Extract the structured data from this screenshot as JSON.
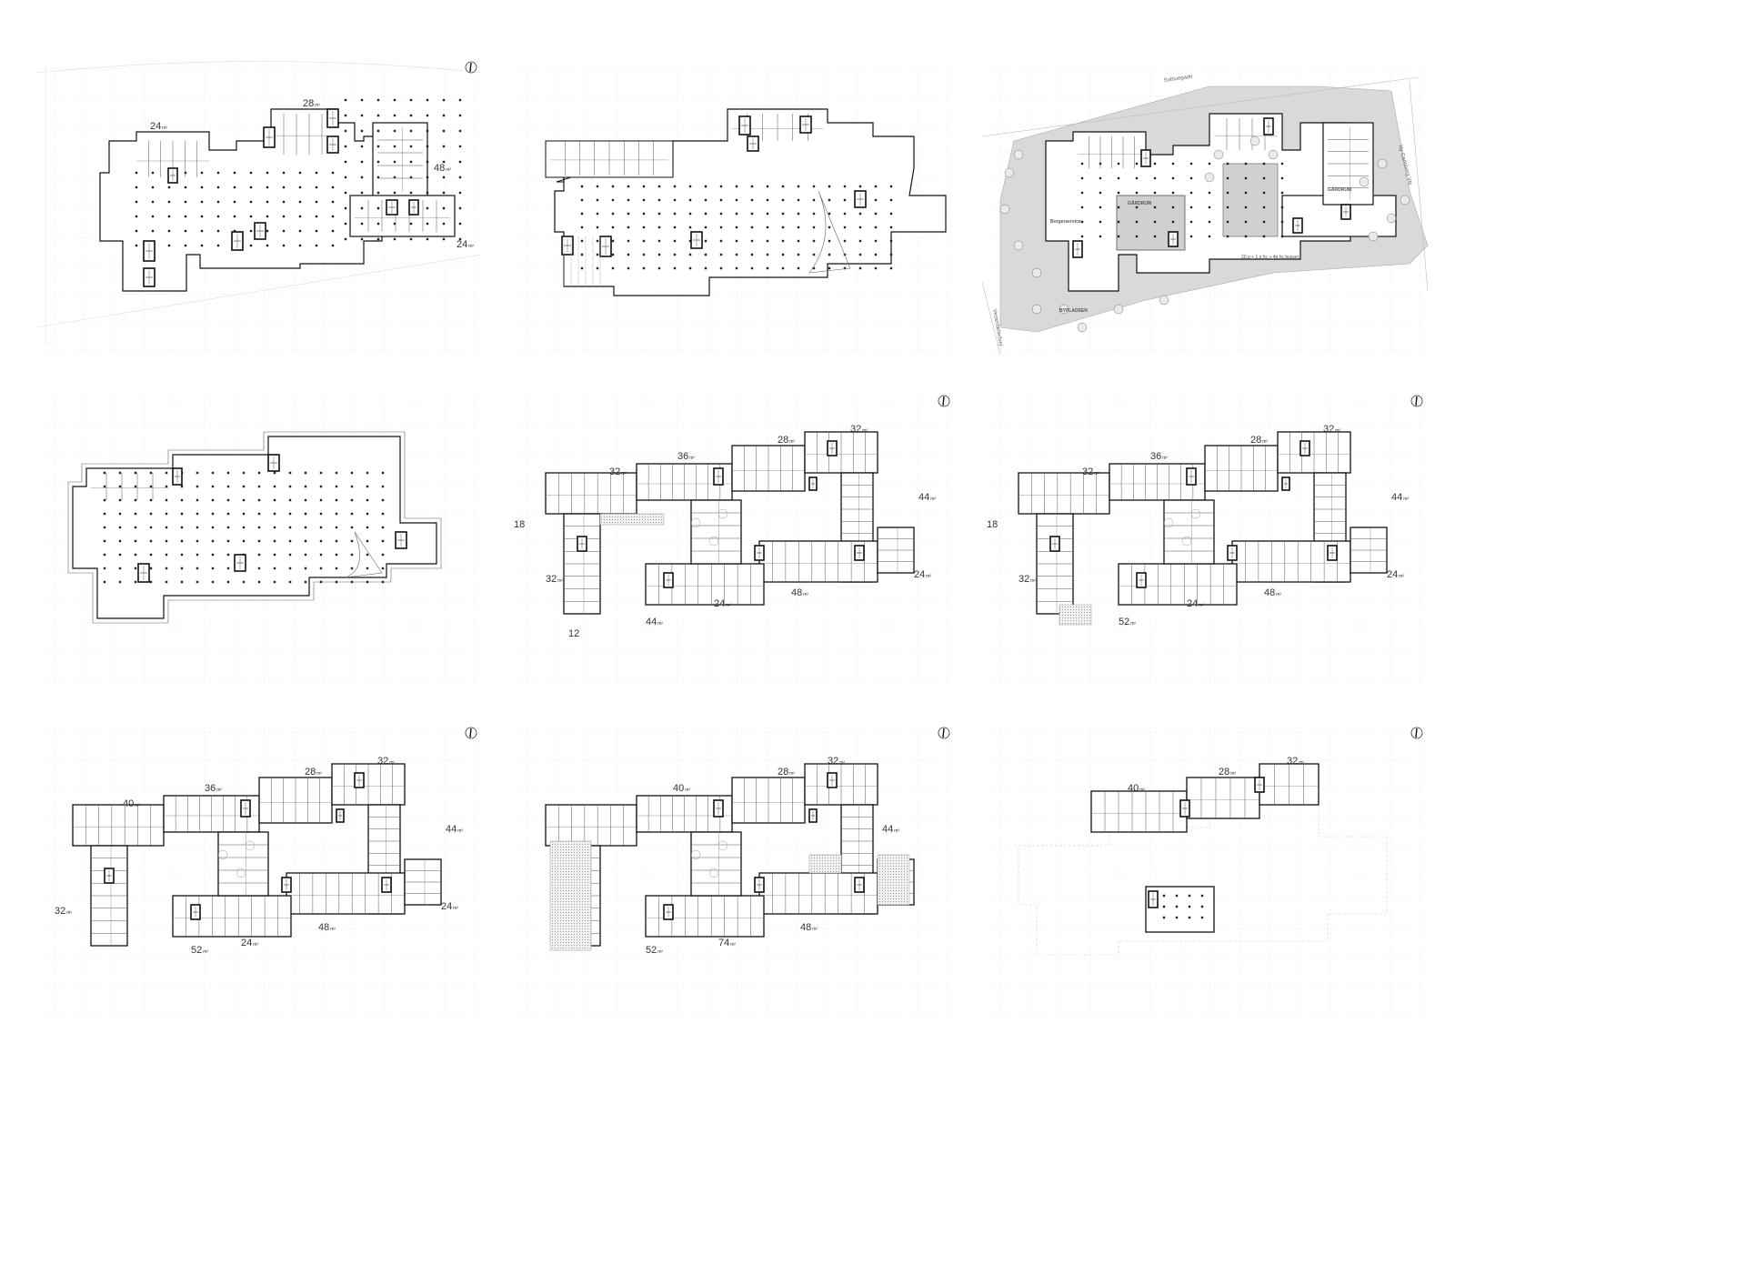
{
  "plans": [
    {
      "id": "p1",
      "north_arrow": true,
      "labels": [
        {
          "text": "28",
          "unit": "m²"
        },
        {
          "text": "24",
          "unit": "m²"
        },
        {
          "text": "48",
          "unit": "m²"
        },
        {
          "text": "24",
          "unit": "m²"
        }
      ]
    },
    {
      "id": "p2",
      "north_arrow": false,
      "labels": []
    },
    {
      "id": "p3",
      "north_arrow": false,
      "streets": [
        "Solbuegade",
        "Ny Carlsberg Vej",
        "Vesterfælledvej"
      ],
      "spaces": [
        "GÅRDRUM",
        "GÅRDRUM",
        "BYPLADSEN",
        "Borgerservice"
      ],
      "notes": [
        "20 p + 1 p hc + 4p hc busser"
      ]
    },
    {
      "id": "p4",
      "north_arrow": false,
      "labels": []
    },
    {
      "id": "p5",
      "north_arrow": true,
      "labels": [
        {
          "text": "32",
          "unit": "m²"
        },
        {
          "text": "28",
          "unit": "m²"
        },
        {
          "text": "36",
          "unit": "m²"
        },
        {
          "text": "32",
          "unit": "m²"
        },
        {
          "text": "18",
          "unit": ""
        },
        {
          "text": "44",
          "unit": "m²"
        },
        {
          "text": "32",
          "unit": "m²"
        },
        {
          "text": "24",
          "unit": "m²"
        },
        {
          "text": "48",
          "unit": "m²"
        },
        {
          "text": "24",
          "unit": "m²"
        },
        {
          "text": "44",
          "unit": "m²"
        },
        {
          "text": "12",
          "unit": ""
        }
      ]
    },
    {
      "id": "p6",
      "north_arrow": true,
      "labels": [
        {
          "text": "32",
          "unit": "m²"
        },
        {
          "text": "28",
          "unit": "m²"
        },
        {
          "text": "36",
          "unit": "m²"
        },
        {
          "text": "32",
          "unit": "m²"
        },
        {
          "text": "18",
          "unit": ""
        },
        {
          "text": "44",
          "unit": "m²"
        },
        {
          "text": "32",
          "unit": "m²"
        },
        {
          "text": "24",
          "unit": "m²"
        },
        {
          "text": "48",
          "unit": "m²"
        },
        {
          "text": "24",
          "unit": "m²"
        },
        {
          "text": "52",
          "unit": "m²"
        }
      ]
    },
    {
      "id": "p7",
      "north_arrow": true,
      "labels": [
        {
          "text": "32",
          "unit": "m²"
        },
        {
          "text": "28",
          "unit": "m²"
        },
        {
          "text": "36",
          "unit": "m²"
        },
        {
          "text": "40",
          "unit": "m²"
        },
        {
          "text": "44",
          "unit": "m²"
        },
        {
          "text": "32",
          "unit": "m²"
        },
        {
          "text": "24",
          "unit": "m²"
        },
        {
          "text": "48",
          "unit": "m²"
        },
        {
          "text": "24",
          "unit": "m²"
        },
        {
          "text": "52",
          "unit": "m²"
        }
      ]
    },
    {
      "id": "p8",
      "north_arrow": true,
      "labels": [
        {
          "text": "32",
          "unit": "m²"
        },
        {
          "text": "28",
          "unit": "m²"
        },
        {
          "text": "40",
          "unit": "m²"
        },
        {
          "text": "44",
          "unit": "m²"
        },
        {
          "text": "48",
          "unit": "m²"
        },
        {
          "text": "74",
          "unit": "m²"
        },
        {
          "text": "52",
          "unit": "m²"
        }
      ]
    },
    {
      "id": "p9",
      "north_arrow": true,
      "labels": [
        {
          "text": "32",
          "unit": "m²"
        },
        {
          "text": "28",
          "unit": "m²"
        },
        {
          "text": "40",
          "unit": "m²"
        }
      ]
    }
  ]
}
